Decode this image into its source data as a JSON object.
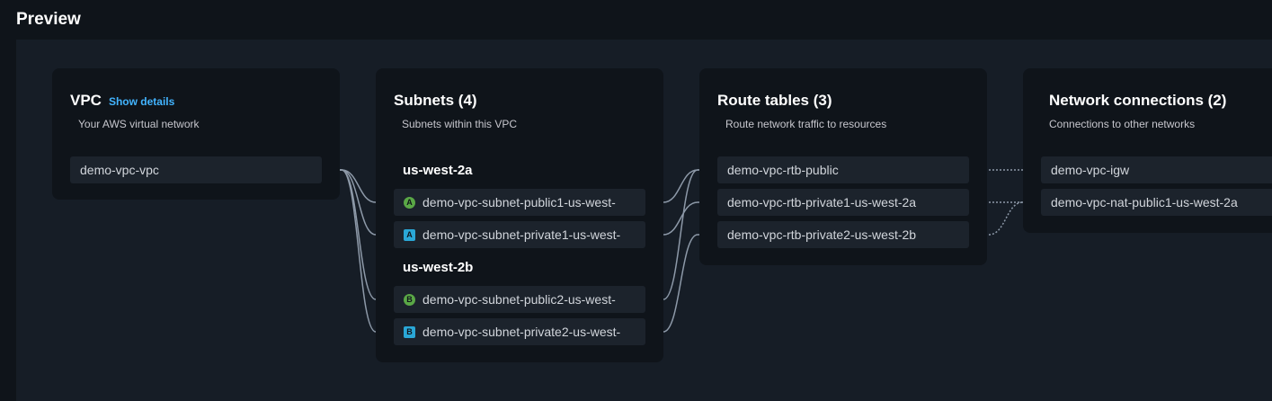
{
  "page_title": "Preview",
  "vpc": {
    "title": "VPC",
    "show_details": "Show details",
    "subtitle": "Your AWS virtual network",
    "name": "demo-vpc-vpc"
  },
  "subnets": {
    "title": "Subnets (4)",
    "subtitle": "Subnets within this VPC",
    "zones": [
      {
        "label": "us-west-2a",
        "items": [
          {
            "badge": "A",
            "type": "public",
            "name": "demo-vpc-subnet-public1-us-west-"
          },
          {
            "badge": "A",
            "type": "private",
            "name": "demo-vpc-subnet-private1-us-west-"
          }
        ]
      },
      {
        "label": "us-west-2b",
        "items": [
          {
            "badge": "B",
            "type": "public",
            "name": "demo-vpc-subnet-public2-us-west-"
          },
          {
            "badge": "B",
            "type": "private",
            "name": "demo-vpc-subnet-private2-us-west-"
          }
        ]
      }
    ]
  },
  "route_tables": {
    "title": "Route tables (3)",
    "subtitle": "Route network traffic to resources",
    "items": [
      "demo-vpc-rtb-public",
      "demo-vpc-rtb-private1-us-west-2a",
      "demo-vpc-rtb-private2-us-west-2b"
    ]
  },
  "network_connections": {
    "title": "Network connections (2)",
    "subtitle": "Connections to other networks",
    "items": [
      "demo-vpc-igw",
      "demo-vpc-nat-public1-us-west-2a"
    ]
  },
  "colors": {
    "background": "#0f141a",
    "canvas": "#161d26",
    "node": "#1c232c",
    "link": "#8d99a8",
    "public_badge": "#5aa846",
    "private_badge": "#2aa7d6",
    "accent_link": "#42b4ff"
  },
  "icons": {
    "public_subnet": "circle-badge-green",
    "private_subnet": "square-badge-blue"
  }
}
